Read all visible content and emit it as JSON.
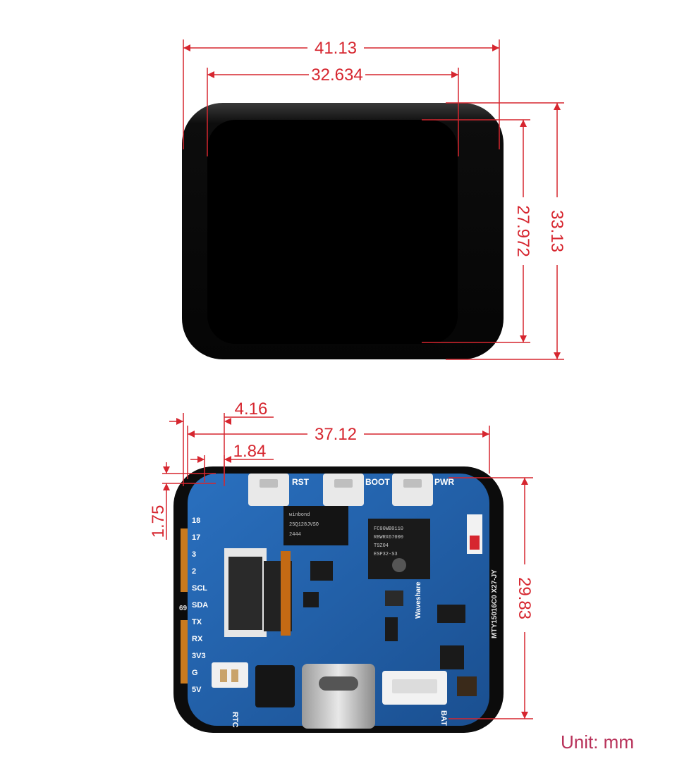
{
  "dimensions": {
    "outer_width": "41.13",
    "display_width": "32.634",
    "display_height": "27.972",
    "outer_height": "33.13",
    "offset_4_16": "4.16",
    "board_width": "37.12",
    "offset_1_84": "1.84",
    "offset_1_75": "1.75",
    "board_height": "29.83"
  },
  "unit_label": "Unit: mm",
  "board": {
    "buttons": [
      "RST",
      "BOOT",
      "PWR"
    ],
    "pins": [
      "18",
      "17",
      "3",
      "2",
      "SCL",
      "SDA",
      "TX",
      "RX",
      "3V3",
      "G",
      "5V"
    ],
    "rtc_label": "RTC",
    "bat_label": "BAT",
    "brand": "Waveshare",
    "chip_lines": [
      "FC00WB0110",
      "R8WRX67000",
      "T9Z04",
      "ESP32-S3"
    ],
    "flash_lines": [
      "winbond",
      "25Q128JVSO",
      "2444"
    ],
    "edge_text": "MTY15016C0 X27-JY",
    "edge_side_text": "69"
  },
  "colors": {
    "dimension": "#d6262f",
    "unit": "#b8325a",
    "pcb": "#1f5fa8",
    "bezel": "#0a0a0a"
  }
}
